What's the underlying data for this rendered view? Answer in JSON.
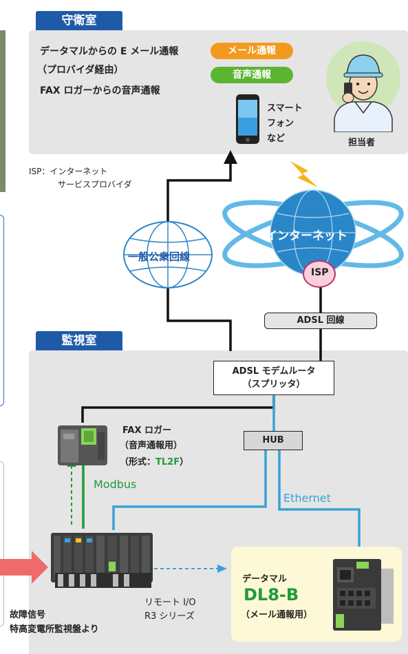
{
  "guard_room": {
    "title": "守衛室",
    "line1": "データマルからの E メール通報",
    "line2": "（プロバイダ経由）",
    "line3": "FAX ロガーからの音声通報",
    "mail_badge": "メール通報",
    "voice_badge": "音声通報",
    "smartphone_label": [
      "スマート",
      "フォン",
      "など"
    ],
    "person_label": "担当者"
  },
  "isp_note": [
    "ISP：インターネット",
    "サービスプロバイダ"
  ],
  "network": {
    "public_line": "一般公衆回線",
    "internet": "インターネット",
    "isp": "ISP",
    "adsl_line": "ADSL 回線"
  },
  "monitor_room": {
    "title": "監視室",
    "modem_line1": "ADSL モデムルータ",
    "modem_line2": "（スプリッタ）",
    "hub": "HUB",
    "fax_logger_line1": "FAX ロガー",
    "fax_logger_line2": "（音声通報用）",
    "fax_logger_model_prefix": "（形式：",
    "fax_logger_model": "TL2F",
    "fax_logger_model_suffix": "）",
    "modbus": "Modbus",
    "ethernet": "Ethernet",
    "remote_io_line1": "リモート I/O",
    "remote_io_line2": "R3 シリーズ",
    "datamaru_line1": "データマル",
    "datamaru_model": "DL8-B",
    "datamaru_line2": "（メール通報用）",
    "source_line1": "故障信号",
    "source_line2": "特高変電所監視盤より"
  },
  "colors": {
    "tab_blue": "#1f5aa8",
    "mail_orange": "#f39a1e",
    "voice_green": "#5cb531",
    "modbus_green": "#1f9a3a",
    "ethernet_blue": "#3aa0d8",
    "panel_gray": "#e5e5e5",
    "arrow_red": "#ef6b6b",
    "datamaru_bg": "#fdf8d6"
  }
}
